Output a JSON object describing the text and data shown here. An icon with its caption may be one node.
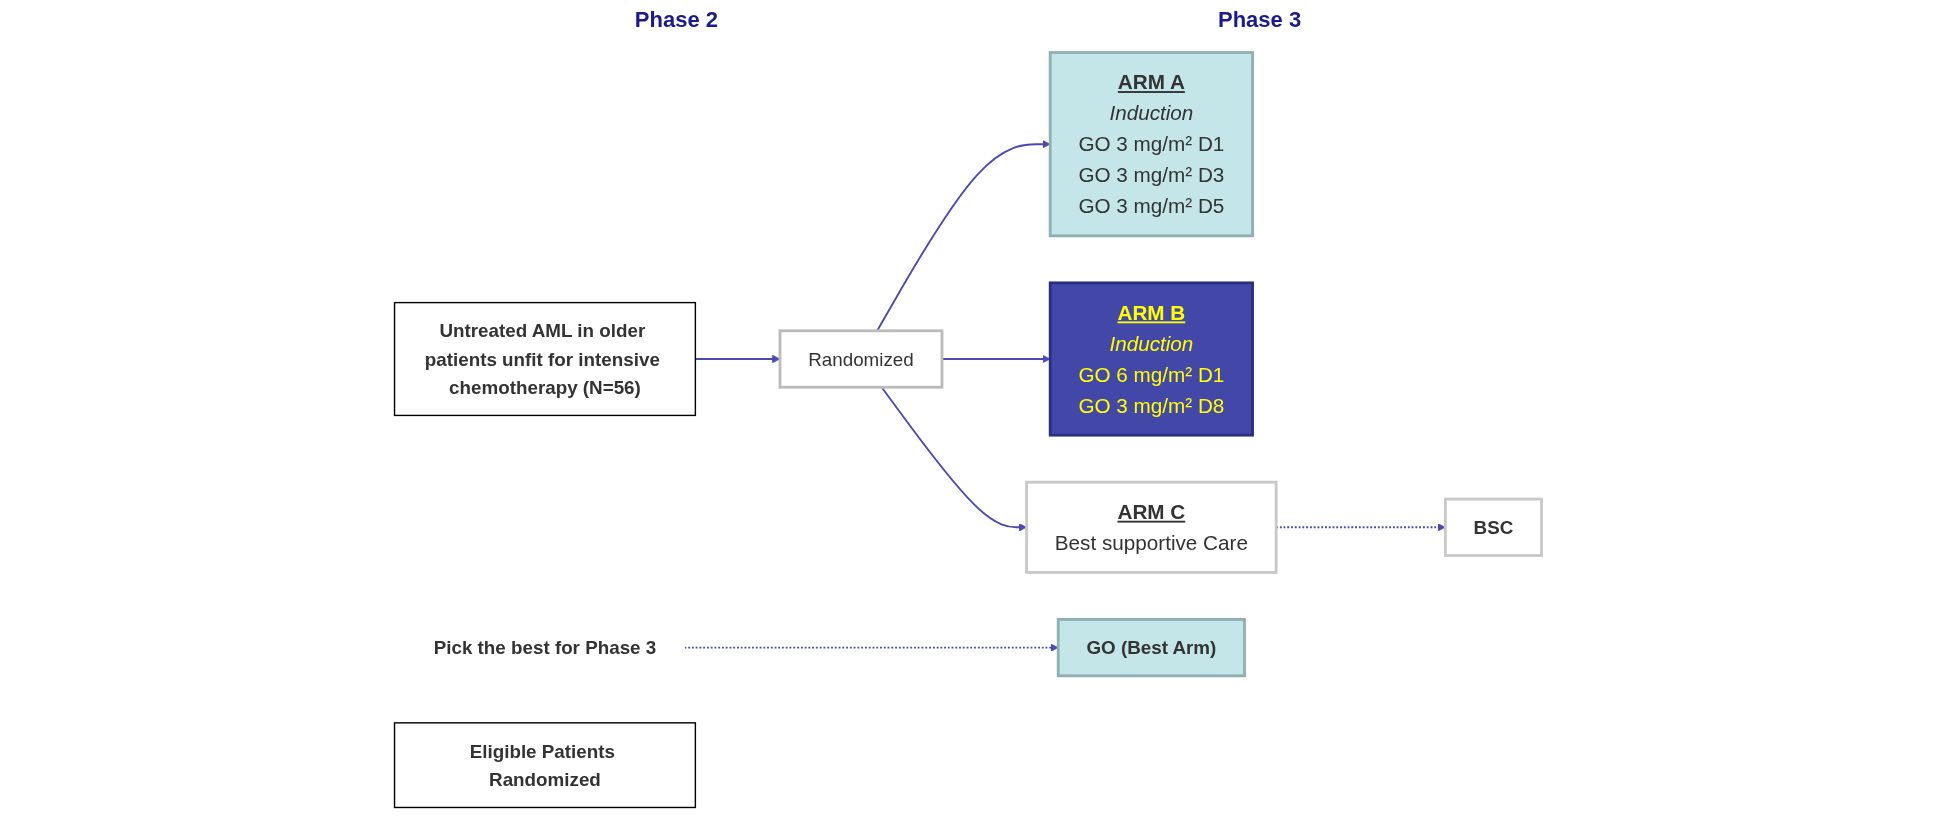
{
  "diagram": {
    "nodes": [
      {
        "text": [
          "Untreated AML in older patients unfit for intensive chemotherapy (N=56)"
        ]
      },
      {
        "text": [
          "Randomized"
        ]
      },
      {
        "text": [
          "ARM A",
          "Induction",
          "GO 3 mg/m² D1",
          "GO 3 mg/m² D3",
          "GO 3 mg/m² D5"
        ]
      },
      {
        "text": [
          "ARM B",
          "Induction",
          "GO 6 mg/m² D1",
          "GO 3 mg/m² D8"
        ]
      },
      {
        "text": [
          "ARM C",
          "Best supportive Care"
        ]
      },
      {
        "text": [
          "Pick the best for Phase 3"
        ]
      },
      {
        "text": [
          "Eligible Patients Randomized"
        ]
      },
      {
        "text": [
          "GO (Best Arm)"
        ]
      },
      {
        "text": [
          "BSC"
        ]
      }
    ],
    "edges": [
      {
        "from": 0,
        "to": 1,
        "arrow": "to"
      },
      {
        "from": 1,
        "to": 2,
        "arrow": "to"
      },
      {
        "from": 1,
        "to": 3,
        "arrow": "to"
      },
      {
        "from": 1,
        "to": 4,
        "arrow": "to"
      },
      {
        "from": 5,
        "to": 7,
        "arrow": "to",
        "style": "dashed"
      },
      {
        "from": 4,
        "to": 8,
        "arrow": "to",
        "style": "dashed"
      }
    ],
    "labels": [
      "Phase 2",
      "Phase 3"
    ]
  }
}
